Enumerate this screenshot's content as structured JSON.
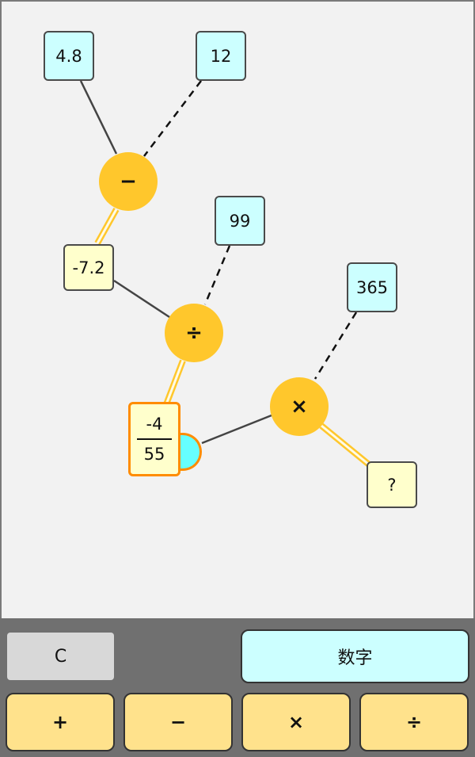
{
  "nodes": {
    "n1": "4.8",
    "n2": "12",
    "n3": "-7.2",
    "n4": "99",
    "n5": "365",
    "n6": "?"
  },
  "operators": {
    "op1": "−",
    "op2": "÷",
    "op3": "×"
  },
  "fraction": {
    "numerator": "-4",
    "denominator": "55"
  },
  "keypad": {
    "clear": "C",
    "number": "数字",
    "plus": "+",
    "minus": "−",
    "times": "×",
    "divide": "÷"
  },
  "colors": {
    "input_node": "#ccffff",
    "result_node": "#ffffcc",
    "operator": "#ffc72c",
    "selected_border": "#ff8c00",
    "key": "#ffe28c"
  }
}
